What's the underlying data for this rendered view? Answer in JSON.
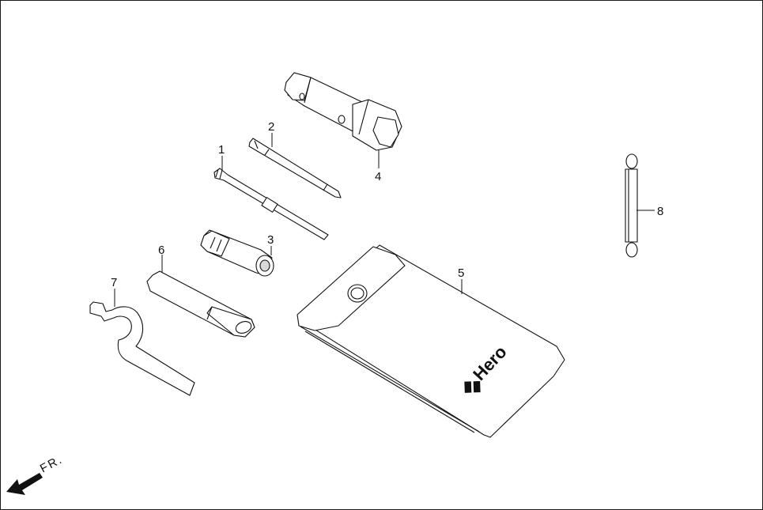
{
  "callouts": {
    "c1": "1",
    "c2": "2",
    "c3": "3",
    "c4": "4",
    "c5": "5",
    "c6": "6",
    "c7": "7",
    "c8": "8"
  },
  "brand_logo_text": "Hero",
  "direction_label": "FR."
}
